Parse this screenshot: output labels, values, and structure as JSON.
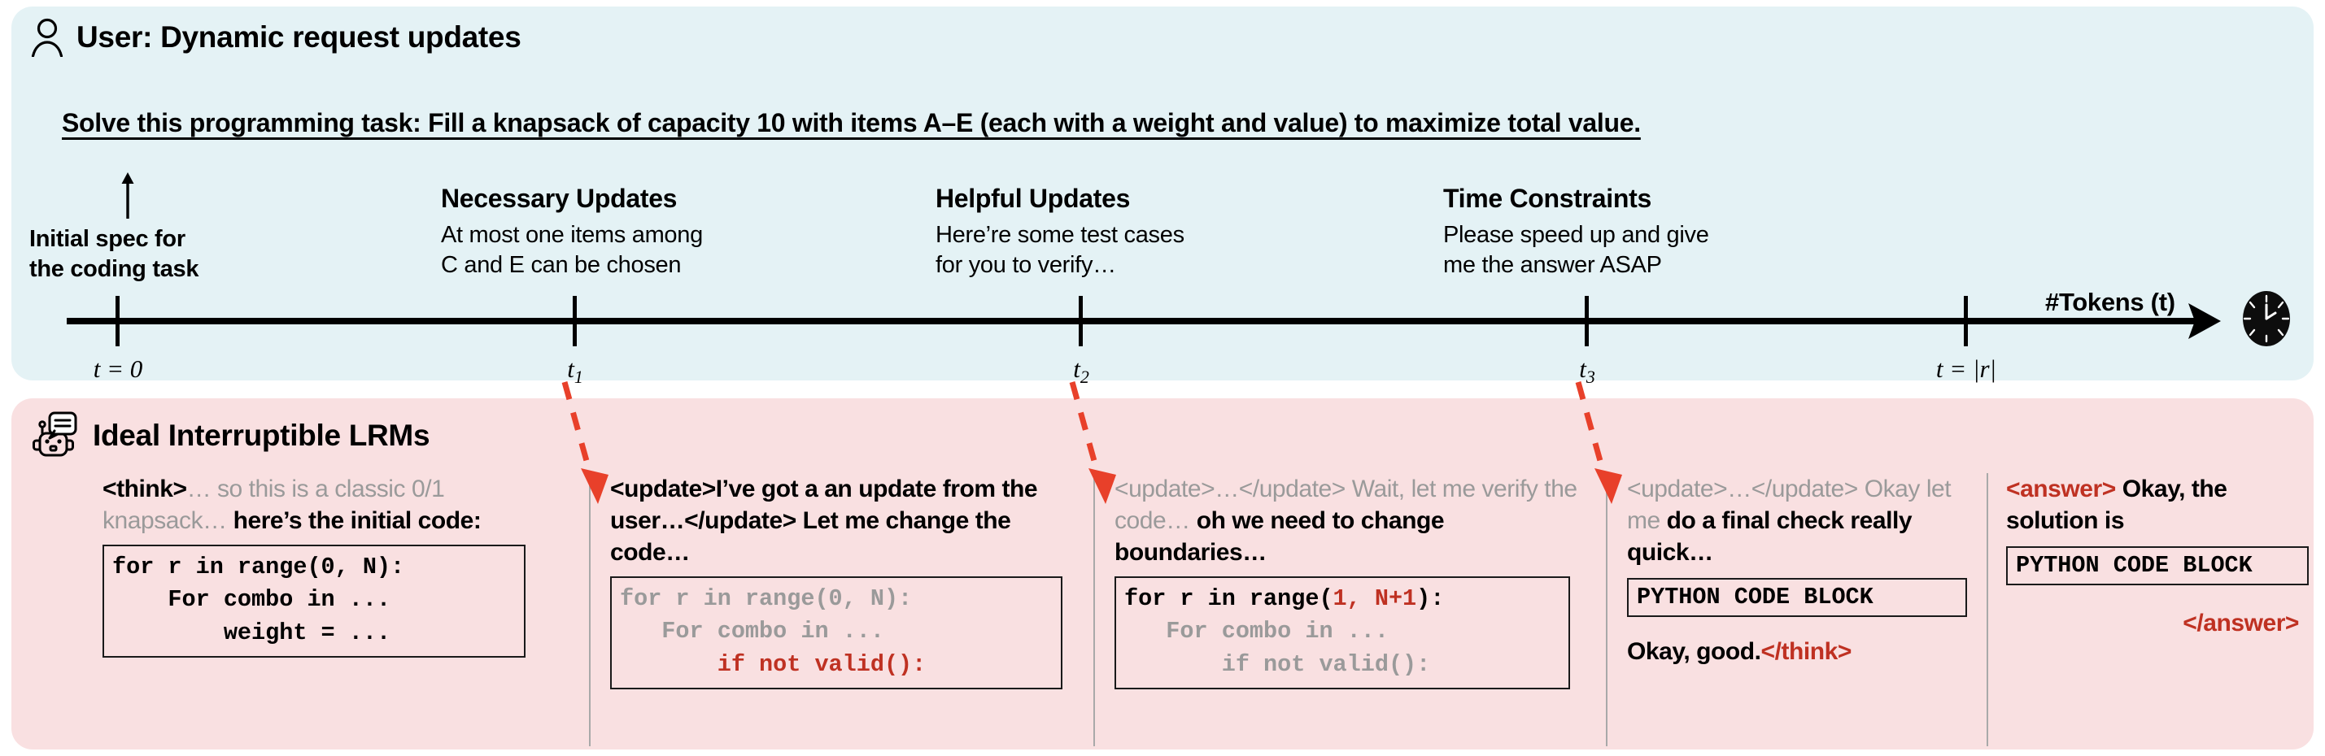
{
  "user_panel": {
    "icon": "person-icon",
    "title": "User: Dynamic request updates",
    "task_statement": "Solve this programming task: Fill a knapsack of capacity 10 with items A–E (each with a weight and value) to maximize total value.",
    "initial_spec_label_line1": "Initial spec for",
    "initial_spec_label_line2": "the coding task",
    "annotations": [
      {
        "heading": "Necessary Updates",
        "body_line1": "At most one items among",
        "body_line2": "C and E can be chosen"
      },
      {
        "heading": "Helpful Updates",
        "body_line1": "Here’re some test cases",
        "body_line2": "for you to verify…"
      },
      {
        "heading": "Time Constraints",
        "body_line1": "Please speed up and give",
        "body_line2": "me the answer ASAP"
      }
    ],
    "axis": {
      "tokens_label": "#Tokens (t)",
      "clock_icon": "clock-icon",
      "ticks": [
        {
          "id": "t0",
          "label_main": "t = 0",
          "label_sub": ""
        },
        {
          "id": "t1",
          "label_main": "t",
          "label_sub": "1"
        },
        {
          "id": "t2",
          "label_main": "t",
          "label_sub": "2"
        },
        {
          "id": "t3",
          "label_main": "t",
          "label_sub": "3"
        },
        {
          "id": "tr",
          "label_main": "t = |r|",
          "label_sub": ""
        }
      ]
    }
  },
  "lrm_panel": {
    "icon": "robot-icon",
    "title": "Ideal Interruptible LRMs",
    "arrow_color": "#e8402a",
    "columns": [
      {
        "id": "col-think",
        "segments": [
          {
            "text": "<think>",
            "style": "bold"
          },
          {
            "text": "… so this is a classic 0/1 knapsack… ",
            "style": "gray"
          },
          {
            "text": "here’s the initial code:",
            "style": "bold"
          }
        ],
        "code": {
          "lines": [
            [
              {
                "t": "for r in range(0, N):",
                "c": "black"
              }
            ],
            [
              {
                "t": "    For combo in ...",
                "c": "black"
              }
            ],
            [
              {
                "t": "        weight = ...",
                "c": "black"
              }
            ]
          ]
        }
      },
      {
        "id": "col-update-1",
        "segments": [
          {
            "text": "<update>I’ve got a an update from the user…</update> Let me change the code…",
            "style": "bold"
          }
        ],
        "code": {
          "lines": [
            [
              {
                "t": "for r in range(0, N):",
                "c": "gray"
              }
            ],
            [
              {
                "t": "   For combo in ...",
                "c": "gray"
              }
            ],
            [
              {
                "t": "       if not valid():",
                "c": "red"
              }
            ]
          ]
        }
      },
      {
        "id": "col-update-2",
        "segments": [
          {
            "text": "<update>…</update> Wait, let me verify the code… ",
            "style": "gray"
          },
          {
            "text": "oh we need to change boundaries…",
            "style": "bold"
          }
        ],
        "code": {
          "lines": [
            [
              {
                "t": "for r in range(",
                "c": "black"
              },
              {
                "t": "1, N+1",
                "c": "red"
              },
              {
                "t": "):",
                "c": "black"
              }
            ],
            [
              {
                "t": "   For combo in ...",
                "c": "gray"
              }
            ],
            [
              {
                "t": "       if not valid():",
                "c": "gray"
              }
            ]
          ]
        }
      },
      {
        "id": "col-update-3",
        "segments": [
          {
            "text": "<update>…</update> Okay let me ",
            "style": "gray"
          },
          {
            "text": "do a final check really quick…",
            "style": "bold"
          }
        ],
        "code_single": "PYTHON CODE BLOCK",
        "tail_plain": "Okay, good.",
        "tail_tag": "</think>"
      },
      {
        "id": "col-answer",
        "open_tag": "<answer>",
        "lead_text": " Okay, the solution is",
        "code_single": "PYTHON CODE BLOCK",
        "close_tag": "</answer>"
      }
    ]
  }
}
